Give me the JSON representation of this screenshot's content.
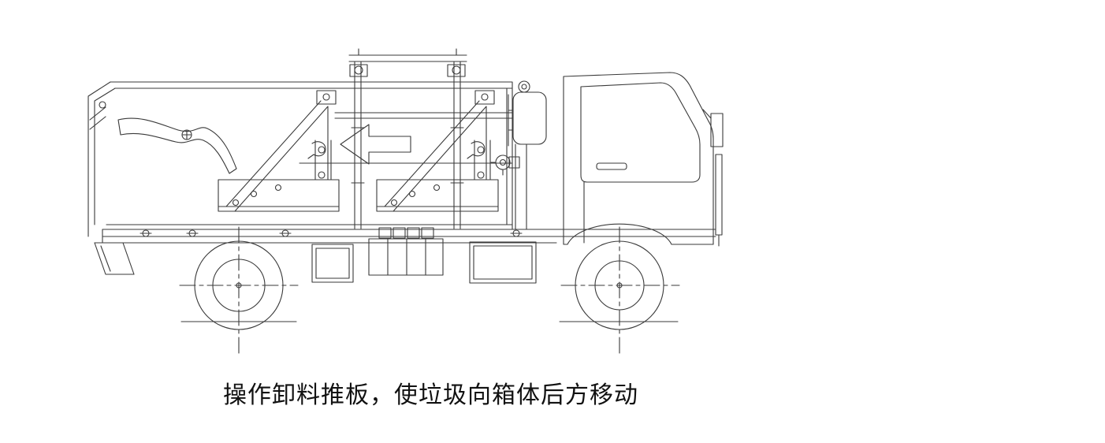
{
  "diagram": {
    "caption": "操作卸料推板，使垃圾向箱体后方移动",
    "parts": [
      "chassis-frame",
      "box-body",
      "tailgate-arm",
      "lifter-frame",
      "lift-arm-left",
      "lift-arm-right",
      "push-direction-arrow",
      "expansion-tank",
      "pump-unit",
      "toolbox-left",
      "battery-box",
      "toolbox-right",
      "mud-flap",
      "rear-wheel",
      "front-wheel",
      "truck-cab"
    ]
  },
  "colors": {
    "line": "#3a3a3a",
    "background": "#ffffff",
    "text": "#111111"
  }
}
